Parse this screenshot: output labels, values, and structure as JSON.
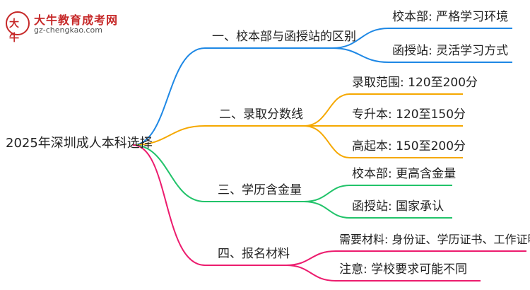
{
  "logo": {
    "name": "大牛教育成考网",
    "url": "gz-chengkao.com",
    "mark": "大牛"
  },
  "root": {
    "label": "2025年深圳成人本科选择"
  },
  "branches": [
    {
      "label": "一、校本部与函授站的区别",
      "color": "#1e88e5",
      "children": [
        "校本部: 严格学习环境",
        "函授站: 灵活学习方式"
      ]
    },
    {
      "label": "二、录取分数线",
      "color": "#f5a800",
      "children": [
        "录取范围: 120至200分",
        "专升本: 120至150分",
        "高起本: 150至200分"
      ]
    },
    {
      "label": "三、学历含金量",
      "color": "#22c36a",
      "children": [
        "校本部: 更高含金量",
        "函授站: 国家承认"
      ]
    },
    {
      "label": "四、报名材料",
      "color": "#ec1c6e",
      "children": [
        "需要材料: 身份证、学历证书、工作证明",
        "注意: 学校要求可能不同"
      ]
    }
  ]
}
